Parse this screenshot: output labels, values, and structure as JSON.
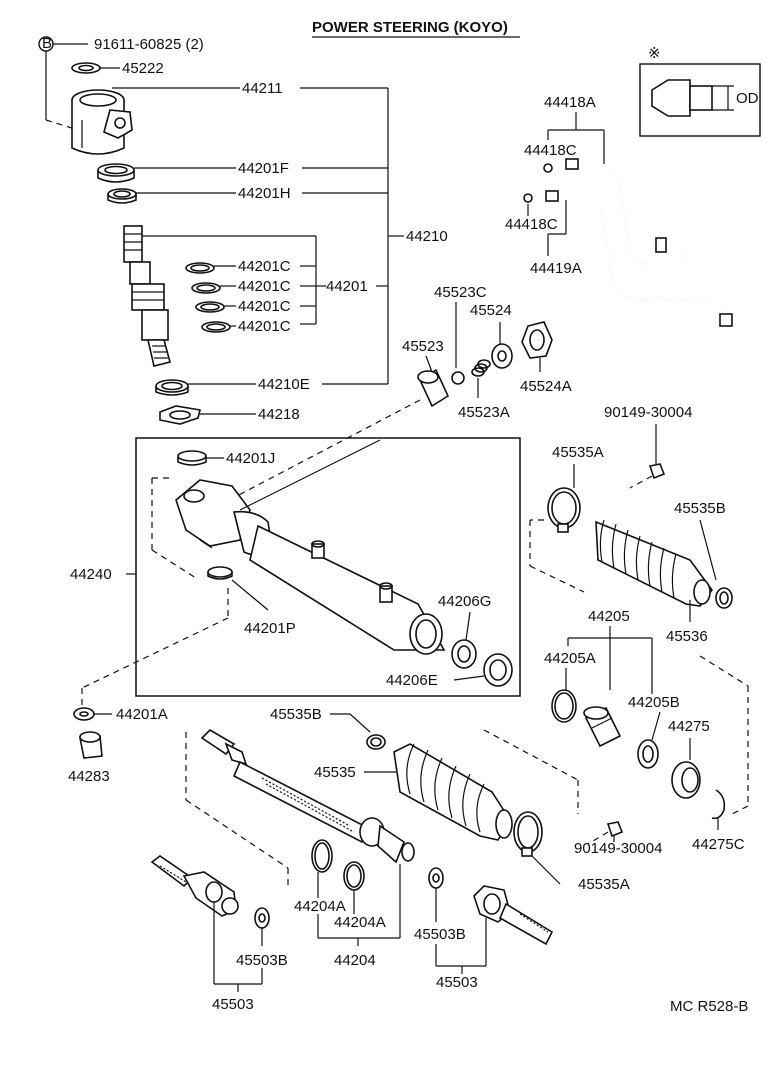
{
  "title": "POWER STEERING (KOYO)",
  "footer_code": "MC  R528-B",
  "bolt_symbol": "B",
  "inset": {
    "mark": "※",
    "dimension": "OD"
  },
  "labels": {
    "l91611": "91611-60825 (2)",
    "l45222": "45222",
    "l44211": "44211",
    "l44201F": "44201F",
    "l44201H": "44201H",
    "l44210": "44210",
    "l44201C_1": "44201C",
    "l44201C_2": "44201C",
    "l44201C_3": "44201C",
    "l44201C_4": "44201C",
    "l44201": "44201",
    "l44210E": "44210E",
    "l44218": "44218",
    "l44418A": "44418A",
    "l44418C_1": "44418C",
    "l44418C_2": "44418C",
    "l44419A": "44419A",
    "l45523C": "45523C",
    "l45524": "45524",
    "l45523": "45523",
    "l45524A": "45524A",
    "l45523A": "45523A",
    "l90149a": "90149-30004",
    "l45535A_top": "45535A",
    "l45535B_top": "45535B",
    "l44201J": "44201J",
    "l44240": "44240",
    "l44201P": "44201P",
    "l44206G": "44206G",
    "l44206E": "44206E",
    "l45536": "45536",
    "l44205": "44205",
    "l44205A": "44205A",
    "l44205B": "44205B",
    "l44275": "44275",
    "l44201A": "44201A",
    "l44283": "44283",
    "l45535B_mid": "45535B",
    "l45535": "45535",
    "l90149b": "90149-30004",
    "l44275C": "44275C",
    "l45535A_bot": "45535A",
    "l44204A_1": "44204A",
    "l44204A_2": "44204A",
    "l44204": "44204",
    "l45503B_1": "45503B",
    "l45503B_2": "45503B",
    "l45503_1": "45503",
    "l45503_2": "45503"
  }
}
